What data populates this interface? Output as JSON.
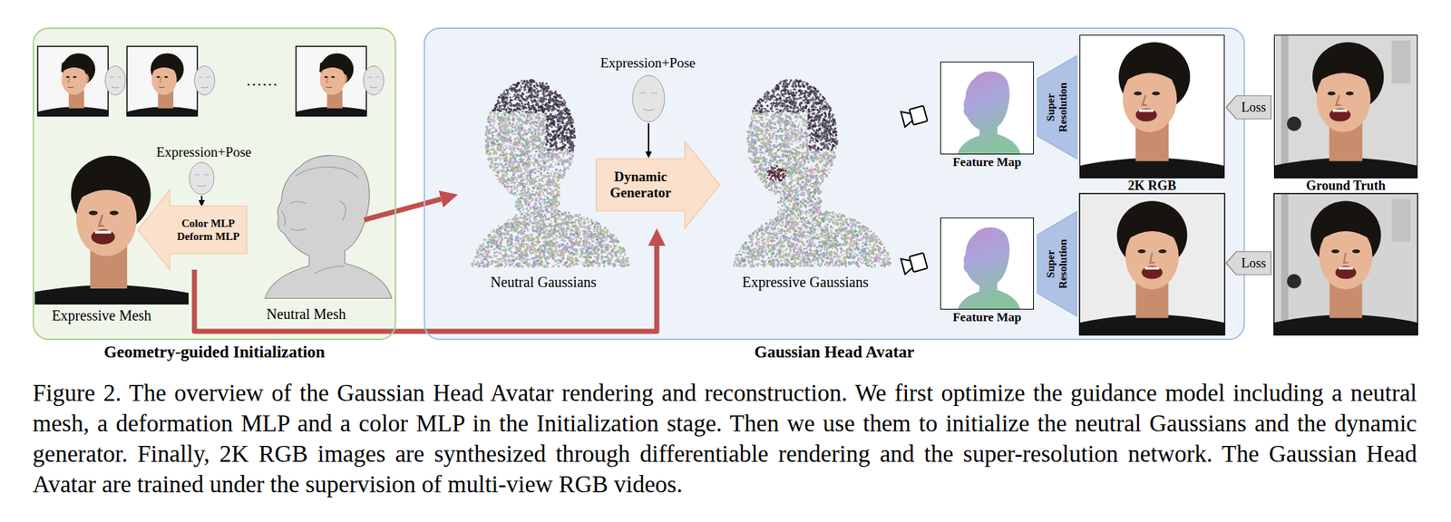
{
  "diagram": {
    "caption": "Figure 2. The overview of the Gaussian Head Avatar rendering and reconstruction. We first optimize the guidance model including a neutral mesh, a deformation MLP and a color MLP in the Initialization stage. Then we use them to initialize the neutral Gaussians and the dynamic generator. Finally, 2K RGB images are synthesized through differentiable rendering and the super-resolution network. The Gaussian Head Avatar are trained under the supervision of multi-view RGB videos.",
    "nodes": [
      {
        "text": [
          "Geometry-guided Initialization"
        ]
      },
      {
        "text": [
          "Expressive Mesh"
        ],
        "in": 0
      },
      {
        "text": [
          "Color MLP",
          "Deform MLP"
        ],
        "in": 0
      },
      {
        "text": [
          "Neutral Mesh"
        ],
        "in": 0
      },
      {
        "text": [
          "Gaussian Head Avatar"
        ]
      },
      {
        "text": [
          "Neutral Gaussians"
        ],
        "in": 4
      },
      {
        "text": [
          "Dynamic Generator"
        ],
        "in": 4
      },
      {
        "text": [
          "Expressive Gaussians"
        ],
        "in": 4
      },
      {
        "text": [
          "Feature Map"
        ],
        "in": 4
      },
      {
        "text": [
          "Super Resolution"
        ],
        "in": 4
      },
      {
        "text": [
          "2K RGB"
        ],
        "in": 4
      },
      {
        "text": [
          "Feature Map"
        ],
        "in": 4
      },
      {
        "text": [
          "Super Resolution"
        ],
        "in": 4
      },
      {
        "text": [
          "Loss"
        ]
      },
      {
        "text": [
          "Ground Truth"
        ]
      },
      {
        "text": [
          "Loss"
        ]
      }
    ],
    "edges": [
      {
        "from": 3,
        "to": 5,
        "arrow": "to"
      },
      {
        "from": 2,
        "to": 6,
        "arrow": "to"
      }
    ],
    "labels": [
      "……",
      "Expression+Pose",
      "Expression+Pose"
    ]
  }
}
